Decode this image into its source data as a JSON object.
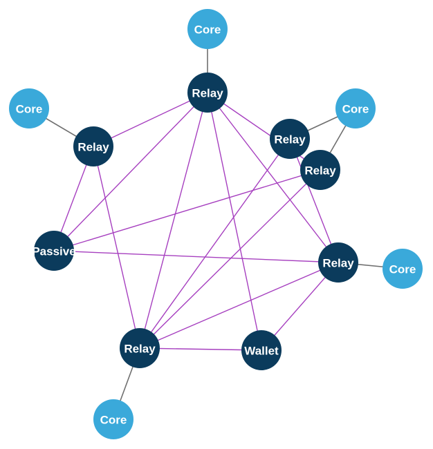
{
  "colors": {
    "relay": "#0b3b5c",
    "core": "#3aa9da",
    "mesh_edge": "#a63fbf",
    "core_edge": "#6f6f6f",
    "label": "#ffffff"
  },
  "nodes": [
    {
      "id": "relay-top",
      "type": "relay",
      "label": "Relay"
    },
    {
      "id": "relay-upper-left",
      "type": "relay",
      "label": "Relay"
    },
    {
      "id": "relay-upper-right-a",
      "type": "relay",
      "label": "Relay"
    },
    {
      "id": "relay-upper-right-b",
      "type": "relay",
      "label": "Relay"
    },
    {
      "id": "relay-right",
      "type": "relay",
      "label": "Relay"
    },
    {
      "id": "relay-lower-left",
      "type": "relay",
      "label": "Relay"
    },
    {
      "id": "passive",
      "type": "relay",
      "label": "Passive"
    },
    {
      "id": "wallet",
      "type": "relay",
      "label": "Wallet"
    },
    {
      "id": "core-top",
      "type": "core",
      "label": "Core"
    },
    {
      "id": "core-left",
      "type": "core",
      "label": "Core"
    },
    {
      "id": "core-upper-right",
      "type": "core",
      "label": "Core"
    },
    {
      "id": "core-right",
      "type": "core",
      "label": "Core"
    },
    {
      "id": "core-bottom",
      "type": "core",
      "label": "Core"
    }
  ],
  "core_edges": [
    [
      "core-top",
      "relay-top"
    ],
    [
      "core-left",
      "relay-upper-left"
    ],
    [
      "core-upper-right",
      "relay-upper-right-a"
    ],
    [
      "core-upper-right",
      "relay-upper-right-b"
    ],
    [
      "core-right",
      "relay-right"
    ],
    [
      "core-bottom",
      "relay-lower-left"
    ]
  ],
  "mesh_edges": [
    [
      "relay-top",
      "relay-upper-left"
    ],
    [
      "relay-top",
      "passive"
    ],
    [
      "relay-top",
      "relay-lower-left"
    ],
    [
      "relay-top",
      "wallet"
    ],
    [
      "relay-top",
      "relay-upper-right-b"
    ],
    [
      "relay-top",
      "relay-right"
    ],
    [
      "relay-upper-left",
      "passive"
    ],
    [
      "relay-upper-left",
      "relay-lower-left"
    ],
    [
      "passive",
      "relay-upper-right-b"
    ],
    [
      "passive",
      "relay-right"
    ],
    [
      "relay-upper-right-a",
      "relay-lower-left"
    ],
    [
      "relay-upper-right-a",
      "relay-right"
    ],
    [
      "relay-upper-right-b",
      "relay-lower-left"
    ],
    [
      "relay-right",
      "relay-lower-left"
    ],
    [
      "relay-right",
      "wallet"
    ],
    [
      "relay-lower-left",
      "wallet"
    ]
  ]
}
